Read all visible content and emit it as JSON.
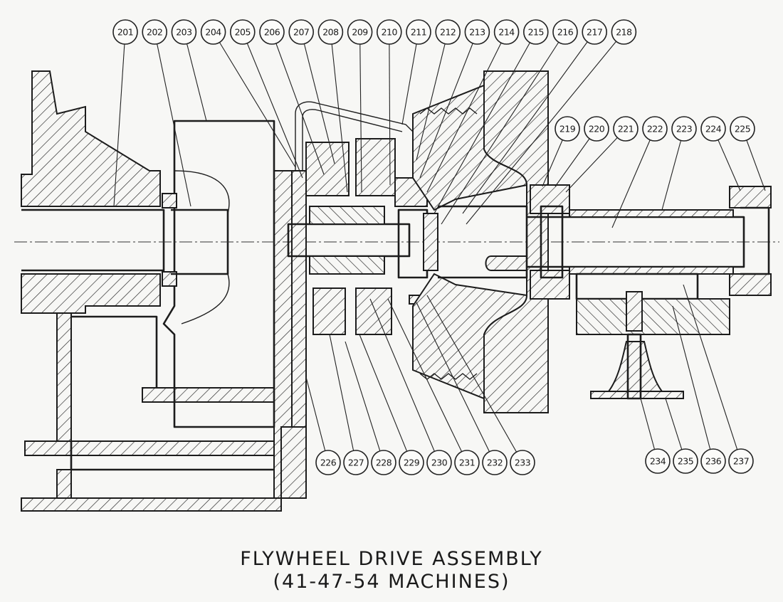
{
  "diagram": {
    "title_line1": "FLYWHEEL DRIVE ASSEMBLY",
    "title_line2": "(41-47-54 MACHINES)",
    "top_callouts": [
      "201",
      "202",
      "203",
      "204",
      "205",
      "206",
      "207",
      "208",
      "209",
      "210",
      "211",
      "212",
      "213",
      "214",
      "215",
      "216",
      "217",
      "218"
    ],
    "mid_callouts": [
      "219",
      "220",
      "221",
      "222",
      "223",
      "224",
      "225"
    ],
    "bottom_callouts": [
      "226",
      "227",
      "228",
      "229",
      "230",
      "231",
      "232",
      "233"
    ],
    "bottom_right_callouts": [
      "234",
      "235",
      "236",
      "237"
    ]
  }
}
